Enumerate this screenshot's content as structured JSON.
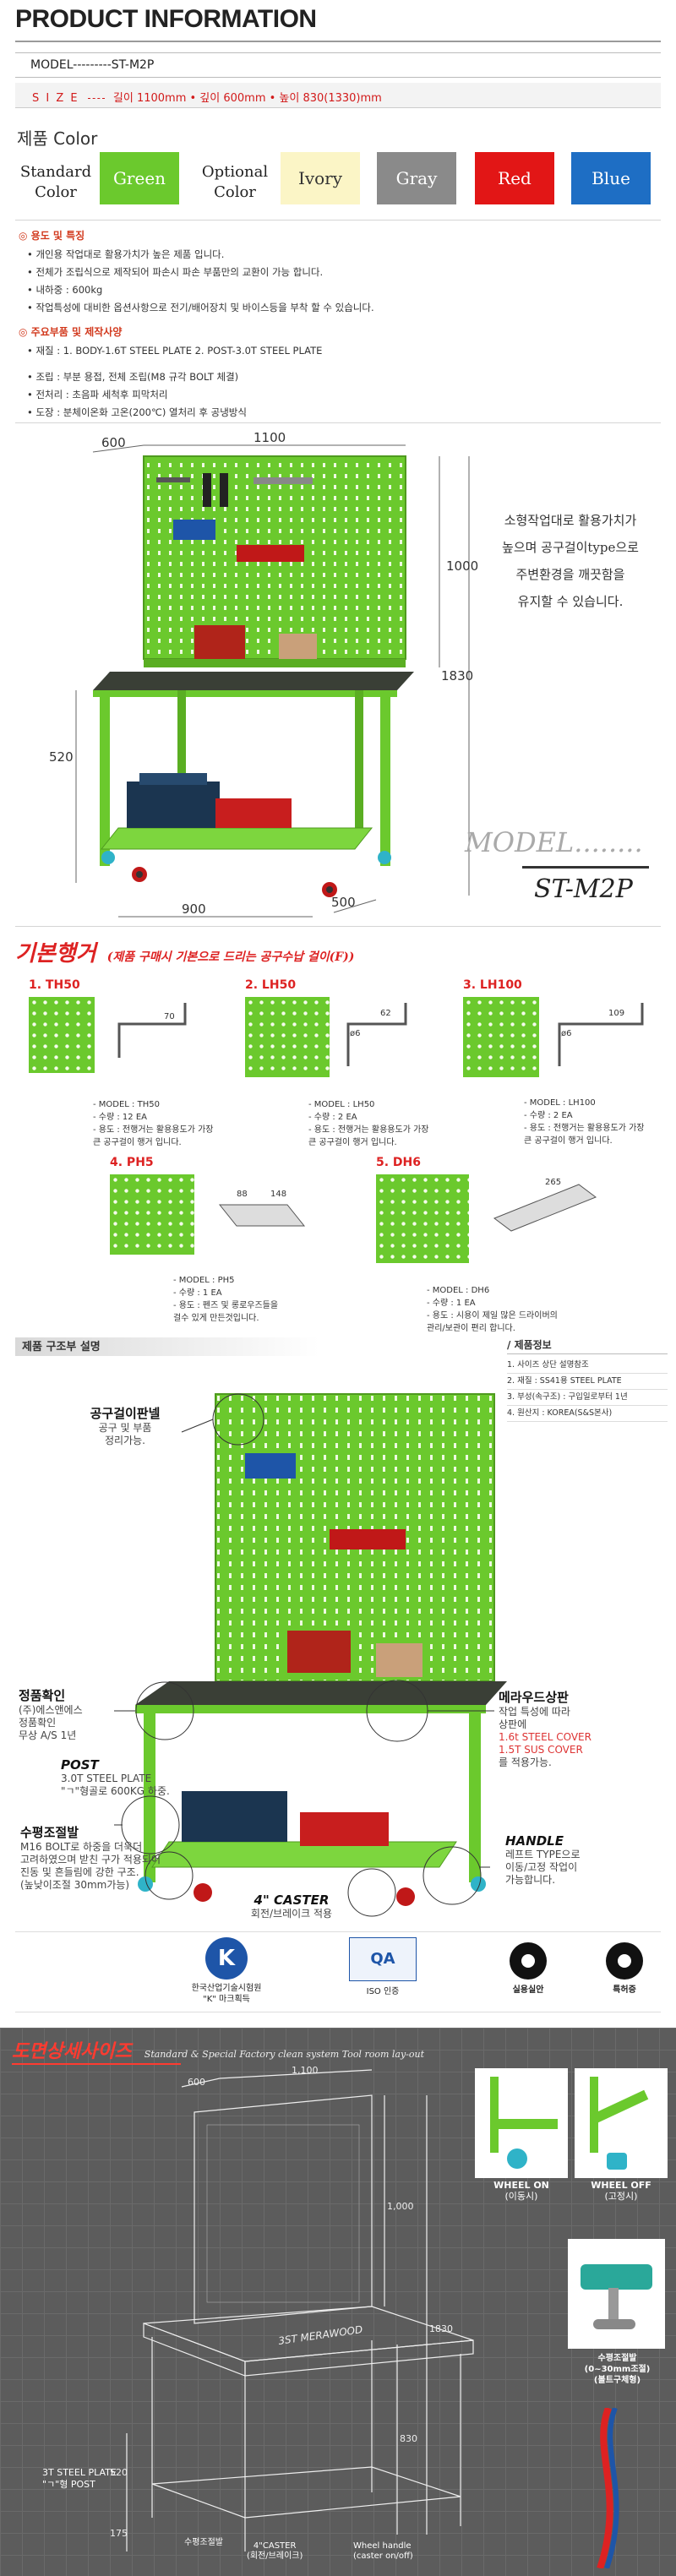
{
  "header": {
    "title": "PRODUCT INFORMATION",
    "model_row": "MODEL---------ST-M2P",
    "size_label": "S I Z E",
    "size_value": "길이 1100mm • 깊이 600mm • 높이 830(1330)mm"
  },
  "colors": {
    "title": "제품  Color",
    "standard_label": [
      "Standard",
      "Color"
    ],
    "optional_label": [
      "Optional",
      "Color"
    ],
    "standard": [
      {
        "name": "Green",
        "hex": "#6bc92d"
      }
    ],
    "optional": [
      {
        "name": "Ivory",
        "hex": "#fbf5c6"
      },
      {
        "name": "Gray",
        "hex": "#8a8a8a"
      },
      {
        "name": "Red",
        "hex": "#e21616"
      },
      {
        "name": "Blue",
        "hex": "#1e6ec4"
      }
    ]
  },
  "features": {
    "usage_title": "용도 및 특징",
    "usage_items": [
      "개인용 작업대로 활용가치가 높은 제품 입니다.",
      "전체가 조립식으로 제작되어 파손시 파손 부품만의 교환이 가능 합니다.",
      "내하중 : 600kg",
      "작업특성에 대비한 옵션사항으로 전기/배어장치 및 바이스등을 부착 할 수 있습니다."
    ],
    "parts_title": "주요부품 및 제작사양",
    "parts_items": [
      "재질 : 1. BODY-1.6T STEEL PLATE   2. POST-3.0T STEEL PLATE",
      "조립 : 부분 용접, 전체 조립(M8 규각 BOLT 체결)",
      "전처리 : 초음파 세척후 피막처리",
      "도장 : 분체이온화 고온(200℃) 열처리 후 공냉방식"
    ]
  },
  "drawing": {
    "dims": {
      "d600": "600",
      "d1100": "1100",
      "d1000": "1000",
      "d1830": "1830",
      "d520": "520",
      "d900": "900",
      "d500": "500"
    },
    "note_lines": [
      "소형작업대로 활용가치가",
      "높으며 공구걸이type으로",
      "주변환경을 깨끗함을",
      "유지할 수 있습니다."
    ],
    "model_label": "MODEL........",
    "model_code": "ST-M2P"
  },
  "hooks": {
    "title": "기본행거",
    "subtitle": "(제품 구매시 기본으로 드리는 공구수납 걸이(F))",
    "items": [
      {
        "title": "1. TH50",
        "dims": [
          "70",
          ""
        ],
        "spec": [
          "- MODEL : TH50",
          "- 수량 : 12 EA",
          "- 용도 : 전행거는 활용용도가 가장",
          "큰 공구걸이 행거 입니다."
        ]
      },
      {
        "title": "2. LH50",
        "dims": [
          "62",
          "ø6"
        ],
        "spec": [
          "- MODEL : LH50",
          "- 수량 : 2 EA",
          "- 용도 : 전행거는 활용용도가 가장",
          "큰 공구걸이 행거 입니다."
        ]
      },
      {
        "title": "3. LH100",
        "dims": [
          "109",
          "ø6"
        ],
        "spec": [
          "- MODEL : LH100",
          "- 수량 : 2 EA",
          "- 용도 : 전행거는 활용용도가 가장",
          "큰 공구걸이 행거 입니다."
        ]
      },
      {
        "title": "4. PH5",
        "dims": [
          "88",
          "148"
        ],
        "spec": [
          "- MODEL : PH5",
          "- 수량 : 1 EA",
          "- 용도 : 펜즈 및 롱로우즈들을",
          "걸수 있게 만든것입니다."
        ]
      },
      {
        "title": "5. DH6",
        "dims": [
          "265",
          ""
        ],
        "spec": [
          "- MODEL : DH6",
          "- 수량 : 1 EA",
          "- 용도 : 시용이 제일 많은 드라이버의",
          "관리/보관이 편리 합니다."
        ]
      }
    ]
  },
  "structure": {
    "title": "제품 구조부 설명",
    "info_title": "제품정보",
    "info_items": [
      "1. 사이즈 상단 설명참조",
      "2. 재질 : SS41용 STEEL PLATE",
      "3. 부성(속구조) : 구입일로부터 1년",
      "4. 원산지 : KOREA(S&S본사)"
    ],
    "callouts": [
      {
        "title": "공구걸이판넬",
        "body": [
          "공구 및 부품",
          "정리가능."
        ]
      },
      {
        "title": "정품확인",
        "body": [
          "(주)에스앤에스",
          "정품확인",
          "무상 A/S 1년"
        ]
      },
      {
        "title": "POST",
        "body": [
          "3.0T STEEL PLATE",
          "\"ㄱ\"형골로 600KG 하중."
        ]
      },
      {
        "title": "수평조절발",
        "body": [
          "M16 BOLT로 하중을 더욱더",
          "고려하였으며 받친 구가 적용되어",
          "진동 및 흔들림에 강한 구조.",
          "(높낮이조절 30mm가능)"
        ]
      },
      {
        "title": "메라우드상판",
        "body": [
          "작업 특성에 따라",
          "상판에",
          "1.6t STEEL COVER",
          "1.5T SUS COVER",
          "를 적용가능."
        ]
      },
      {
        "title": "HANDLE",
        "body": [
          "레프트 TYPE으로",
          "이동/고정 작업이",
          "가능합니다."
        ]
      },
      {
        "title": "4\" CASTER",
        "body": [
          "회전/브레이크 적용"
        ]
      }
    ]
  },
  "certs": [
    {
      "name": "KTL",
      "caption": [
        "한국산업기술시험원",
        "\"K\" 마크획득"
      ]
    },
    {
      "name": "ISO",
      "caption": [
        "ISO 인증"
      ]
    },
    {
      "name": "실용실안",
      "caption": [
        "실용실안"
      ]
    },
    {
      "name": "특허증",
      "caption": [
        "특허증"
      ]
    }
  ],
  "detail": {
    "title": "도면상세사이즈",
    "subtitle": "Standard & Special Factory clean system Tool room lay-out",
    "dims": {
      "d600": "600",
      "d1100": "1,100",
      "d1000": "1,000",
      "d1830": "1830",
      "d830": "830",
      "d520": "520",
      "d175": "175"
    },
    "top_text": "3ST MERAWOOD",
    "left_labels": [
      "3T STEEL PLATE",
      "\"ㄱ\"형 POST"
    ],
    "bottom_labels": [
      "수평조절발",
      "4\"CASTER",
      "(회전/브레이크)",
      "Wheel handle",
      "(caster on/off)"
    ],
    "wheel_on": [
      "WHEEL ON",
      "(이동시)"
    ],
    "wheel_off": [
      "WHEEL OFF",
      "(고정시)"
    ],
    "leveler": [
      "수평조절발",
      "(0~30mm조절)",
      "(볼트구체형)"
    ]
  }
}
